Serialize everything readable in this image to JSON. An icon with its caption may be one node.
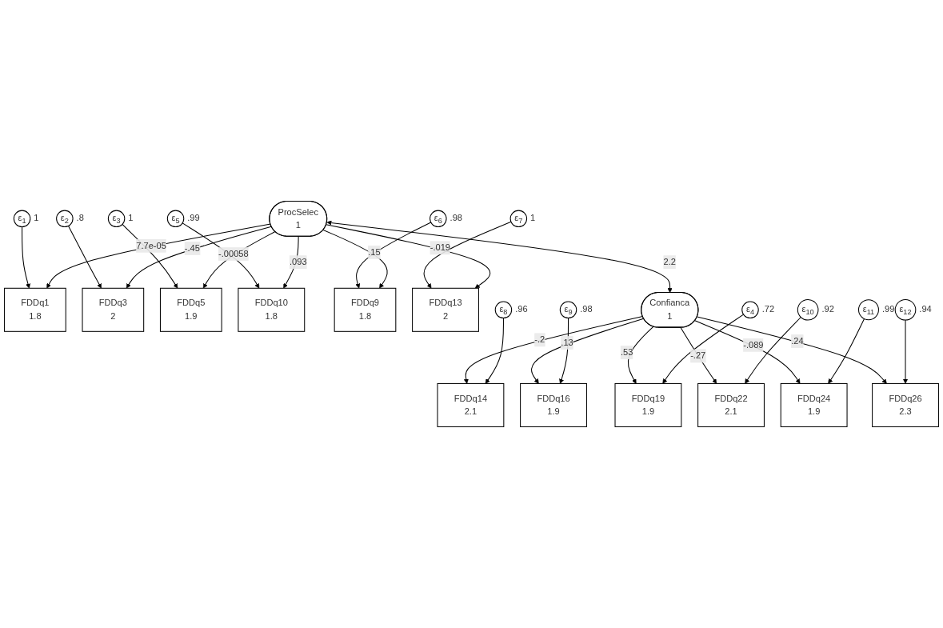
{
  "diagram": {
    "nodes": [
      {
        "text": [
          "ε$_{1}$"
        ],
        "beside": [
          "1"
        ]
      },
      {
        "text": [
          "ε$_{2}$"
        ],
        "beside": [
          ".8"
        ]
      },
      {
        "text": [
          "ε$_{3}$"
        ],
        "beside": [
          "1"
        ]
      },
      {
        "text": [
          "ε$_{5}$"
        ],
        "beside": [
          ".99"
        ]
      },
      {
        "text": [
          "ε$_{6}$"
        ],
        "beside": [
          ".98"
        ]
      },
      {
        "text": [
          "ε$_{7}$"
        ],
        "beside": [
          "1"
        ]
      },
      {
        "text": [
          "FDDq1",
          "1.8"
        ]
      },
      {
        "text": [
          "FDDq3",
          "2"
        ]
      },
      {
        "text": [
          "FDDq5",
          "1.9"
        ]
      },
      {
        "text": [
          "FDDq10",
          "1.8"
        ]
      },
      {
        "text": [
          "FDDq9",
          "1.8"
        ]
      },
      {
        "text": [
          "FDDq13",
          "2"
        ]
      },
      {
        "text": [
          "ProcSelec",
          "1"
        ]
      },
      {
        "text": [
          "Confianca",
          "1"
        ]
      },
      {
        "text": [
          "FDDq14",
          "2.1"
        ]
      },
      {
        "text": [
          "FDDq16",
          "1.9"
        ]
      },
      {
        "text": [
          "FDDq19",
          "1.9"
        ]
      },
      {
        "text": [
          "FDDq22",
          "2.1"
        ]
      },
      {
        "text": [
          "FDDq24",
          "1.9"
        ]
      },
      {
        "text": [
          "FDDq26",
          "2.3"
        ]
      },
      {
        "text": [
          "ε$_{8}$"
        ],
        "beside": [
          ".96"
        ]
      },
      {
        "text": [
          "ε$_{9}$"
        ],
        "beside": [
          ".98"
        ]
      },
      {
        "text": [
          "ε$_{4}$"
        ],
        "beside": [
          ".72"
        ]
      },
      {
        "text": [
          "ε$_{10}$"
        ],
        "beside": [
          ".92"
        ]
      },
      {
        "text": [
          "ε$_{11}$"
        ],
        "beside": [
          ".99"
        ]
      },
      {
        "text": [
          "ε$_{12}$"
        ],
        "beside": [
          ".94"
        ]
      }
    ],
    "edges": [
      {
        "from": 0,
        "to": 6,
        "arrow": "to"
      },
      {
        "from": 1,
        "to": 7,
        "arrow": "to"
      },
      {
        "from": 2,
        "to": 8,
        "arrow": "to"
      },
      {
        "from": 3,
        "to": 9,
        "arrow": "to"
      },
      {
        "from": 4,
        "to": 10,
        "arrow": "to"
      },
      {
        "from": 5,
        "to": 11,
        "arrow": "to"
      },
      {
        "from": 12,
        "to": 6,
        "arrow": "to",
        "label": "7.7e-05"
      },
      {
        "from": 12,
        "to": 7,
        "arrow": "to",
        "label": "-.45"
      },
      {
        "from": 12,
        "to": 8,
        "arrow": "to",
        "label": "-.00058"
      },
      {
        "from": 12,
        "to": 9,
        "arrow": "to",
        "label": ".093"
      },
      {
        "from": 12,
        "to": 10,
        "arrow": "to",
        "label": ".15"
      },
      {
        "from": 12,
        "to": 11,
        "arrow": "to",
        "label": "-.019"
      },
      {
        "from": 12,
        "to": 13,
        "arrow": "both",
        "label": "2.2"
      },
      {
        "from": 13,
        "to": 14,
        "arrow": "to",
        "label": "-.2"
      },
      {
        "from": 13,
        "to": 15,
        "arrow": "to",
        "label": ".13"
      },
      {
        "from": 13,
        "to": 16,
        "arrow": "to",
        "label": ".53"
      },
      {
        "from": 13,
        "to": 17,
        "arrow": "to",
        "label": "-.27"
      },
      {
        "from": 13,
        "to": 18,
        "arrow": "to",
        "label": "-.089"
      },
      {
        "from": 13,
        "to": 19,
        "arrow": "to",
        "label": ".24"
      },
      {
        "from": 20,
        "to": 14,
        "arrow": "to"
      },
      {
        "from": 21,
        "to": 15,
        "arrow": "to"
      },
      {
        "from": 22,
        "to": 16,
        "arrow": "to"
      },
      {
        "from": 23,
        "to": 17,
        "arrow": "to"
      },
      {
        "from": 24,
        "to": 18,
        "arrow": "to"
      },
      {
        "from": 25,
        "to": 19,
        "arrow": "to"
      }
    ]
  }
}
